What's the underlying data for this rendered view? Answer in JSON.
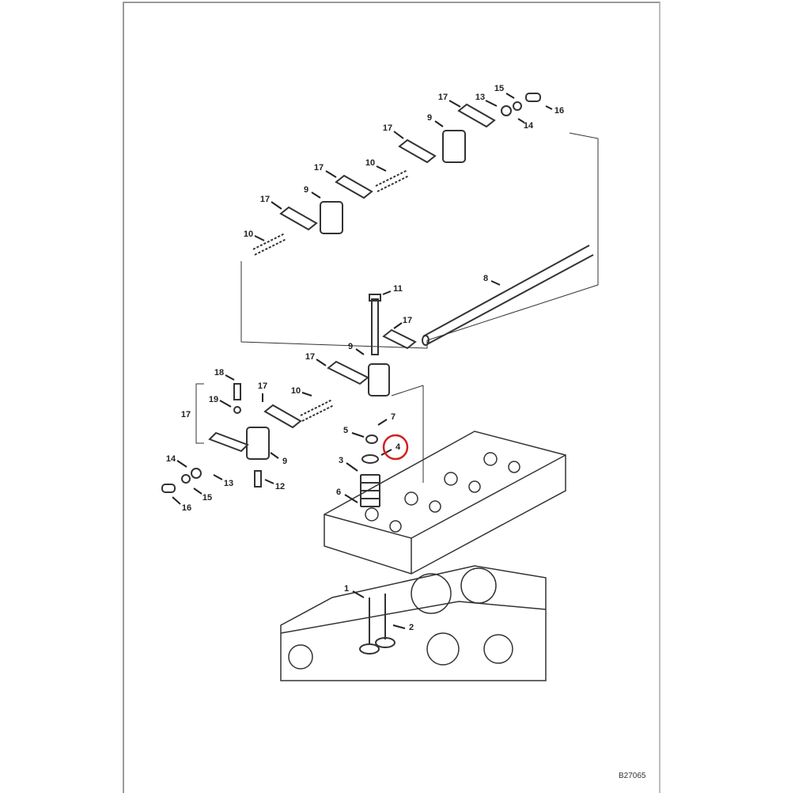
{
  "diagram": {
    "reference_code": "B27065",
    "highlighted_part": "4",
    "highlight_color": "#d32020",
    "callouts": [
      "15",
      "13",
      "16",
      "14",
      "17",
      "9",
      "17",
      "10",
      "17",
      "9",
      "17",
      "10",
      "8",
      "11",
      "17",
      "9",
      "17",
      "18",
      "17",
      "10",
      "19",
      "17",
      "7",
      "5",
      "4",
      "3",
      "9",
      "14",
      "13",
      "12",
      "15",
      "6",
      "16",
      "1",
      "2"
    ]
  }
}
